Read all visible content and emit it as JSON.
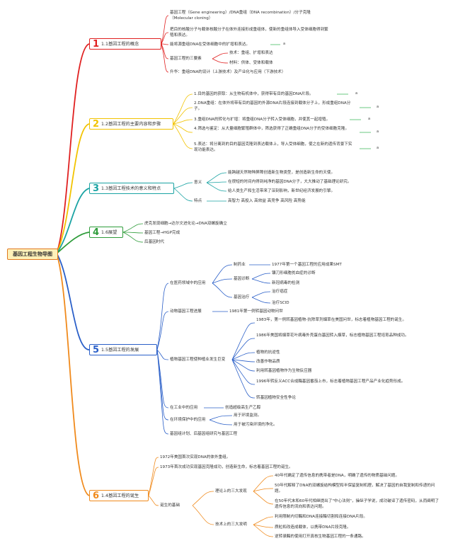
{
  "root": "基因工程生物导图",
  "branches": [
    {
      "num": "1",
      "label": "1.1基因工程的概念",
      "color": "#e02020"
    },
    {
      "num": "2",
      "label": "1.2基因工程的主要内容和步骤",
      "color": "#f2c300"
    },
    {
      "num": "3",
      "label": "1.3基因工程技术的意义和特点",
      "color": "#1aa3a3"
    },
    {
      "num": "4",
      "label": "1.6展望",
      "color": "#2e9c3a"
    },
    {
      "num": "5",
      "label": "1.5基因工程的发展",
      "color": "#2a5fc8"
    },
    {
      "num": "6",
      "label": "1.4基因工程的诞生",
      "color": "#f08a1c"
    }
  ],
  "b1": {
    "def1": "基因工程（Gene engineering）/DNA重组（DNA recombination）/分子克隆（Molecular cloning）",
    "def2": "把目的核酸分子与载体核酸分子在体外连接形成重组体，使新的重组体导入受体细胞得到繁殖和表达。",
    "def3": "能将源重组DNA在受体细胞中的扩增和表达。",
    "elements": "基因工程的三要素",
    "tech": "技术：重组、扩增和表达",
    "material": "材料：供体、受体和载体",
    "upgrade": "升华：重组DNA的设计（上游技术）及产业化与应用（下游技术）"
  },
  "b2": {
    "s1": "1.目的基因的获取：从生物有机体中，获得带有目的基因DNA片段。",
    "s2": "2.DNA重组：在体外将带有目的基因的外源DNA片段连接到载体分子上，形成重组DNA分子。",
    "s3": "3.重组DNA的转化与扩增：将重组DNA分子转入受体细胞，并使其一起增殖。",
    "s4": "4.筛选与鉴定：从大量细胞繁殖群体中，筛选获得了正确重组DNA分子的受体细胞克隆。",
    "s5": "5.表达：将分离到的目的基因克隆到表达载体上，导入受体细胞，使之在新的遗传背景下实现功能表达。"
  },
  "b3": {
    "meaning": "意义",
    "m1": "能跨越天然物种屏障创造新生物类型，是创造新生命的天使。",
    "m2": "在很短的时间内得到纯净的基因DNA分子，大大推动了基础理论研究。",
    "m3": "给人类生产和生活带来了深刻影响，新世纪经济发展的引擎。",
    "feature": "特点",
    "f1": "高智力 高投入 高效益 高竞争 高风险 高势能"
  },
  "b4": {
    "i1": "虎克发现细胞→达尔文进化论→DNA双螺旋确立",
    "i2": "基因工程→HGP完成",
    "i3": "后基因时代"
  },
  "b5": {
    "medicine": "在医药领域中的应用",
    "pharma": "制药业",
    "pharma1": "1977年第一个基因工程的应用成果SMT",
    "diag": "基因诊断",
    "diag1": "镰刀形细胞贫血症的诊断",
    "diag2": "新冠病毒的检测",
    "therapy": "基因治疗",
    "therapy1": "治疗癌症",
    "therapy2": "治疗SCID",
    "animal": "动物基因工程进展",
    "animal1": "1981年第一例转基因动物问世",
    "plant": "植物基因工程使种植业发生巨变",
    "p1": "1983年，第一例转基因植物-抗除草剂烟草在美国问世，标志着植物基因工程的诞生。",
    "p2": "1986年美国将烟草花叶病毒外壳蛋白基因转入烟草，标志植物基因工程培育品种成功。",
    "p3": "植物的抗逆性",
    "p4": "改善作物品质",
    "p5": "利用转基因植物作为生物反应器",
    "p6": "1996年转反义ACC合成酶基因番茄上市，标志着植物基因工程产品产业化趋势形成。",
    "p7": "转基因植物安全性争论",
    "industry": "在工业中的应用",
    "industry1": "创造超级高生产乙醇",
    "env": "在环境保护中的应用",
    "env1": "用于环境监测。",
    "env2": "用于被污染环境的净化。",
    "post": "基因组计划、后基因组研究与基因工程"
  },
  "b6": {
    "i1": "1972年美国首次实现DNA的体外重组。",
    "i2": "1973年首次成功实现基因克隆成功，创造新生命，标志着基因工程的诞生。",
    "foundation": "诞生的基础",
    "theory": "理论上的三大发现",
    "t1": "40年代确定了遗传信息的携带者是DNA，明确了遗传的物质基础问题。",
    "t2": "50年代解释了DNA的双螺旋结构模型和半保留复制机理，解决了基因的自我复制和传递的问题。",
    "t3": "在50年代末和60年代相继提出了\"中心法则\"，操纵子学说，成功破译了遗传密码，从而阐明了遗传信息的流向和表达问题。",
    "tech": "技术上的三大发明",
    "k1": "利用限制内切酶和DNA连接酶切割和连接DNA片段。",
    "k2": "质粒和改造成载体，以携带DNA片段克隆。",
    "k3": "逆转录酶的使用打开真核生物基因工程的一条通路。"
  },
  "marks": {
    "a": "a"
  }
}
